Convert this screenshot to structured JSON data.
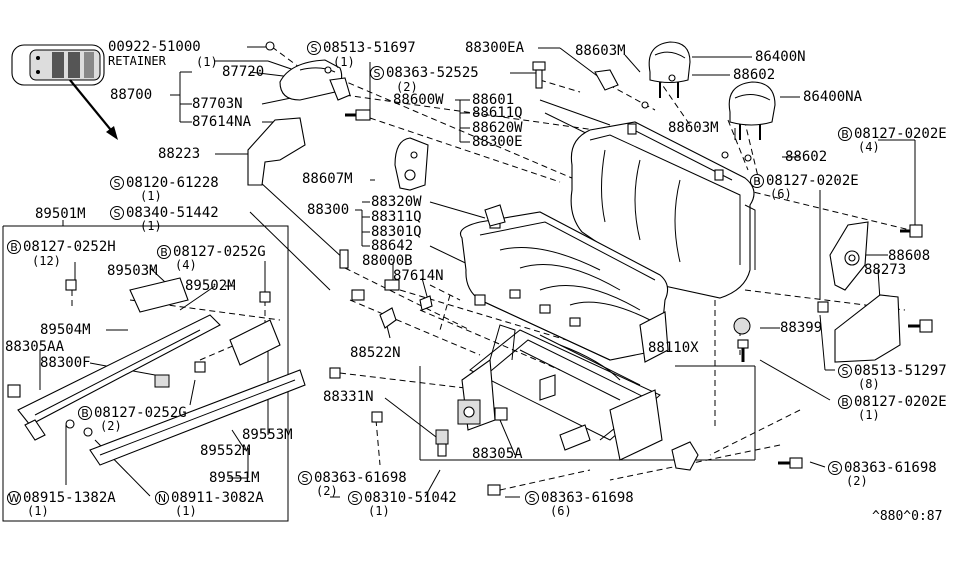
{
  "labels": {
    "p00922_51000": "00922-51000",
    "retainer": "RETAINER",
    "retainer_qty": "(1)",
    "p87720": "87720",
    "p88700": "88700",
    "p87703N": "87703N",
    "p87614NA": "87614NA",
    "p88223": "88223",
    "s08513_51697": "08513-51697",
    "s08513_51697_qty": "(1)",
    "p88300EA": "88300EA",
    "s08363_52525": "08363-52525",
    "s08363_52525_qty": "(2)",
    "p88603M_top": "88603M",
    "p86400N": "86400N",
    "p88602_top": "88602",
    "p86400NA": "86400NA",
    "p88600W": "88600W",
    "p88601": "88601",
    "p88611Q": "88611Q",
    "p88620W": "88620W",
    "p88300E": "88300E",
    "p88603M_mid": "88603M",
    "p88602_mid": "88602",
    "b08127_0202E_a": "08127-0202E",
    "b08127_0202E_a_qty": "(4)",
    "b08127_0202E_b": "08127-0202E",
    "b08127_0202E_b_qty": "(6)",
    "p88607M": "88607M",
    "s08120_61228": "08120-61228",
    "s08120_61228_qty": "(1)",
    "p89501M": "89501M",
    "s08340_51442": "08340-51442",
    "s08340_51442_qty": "(1)",
    "p88300": "88300",
    "p88320W": "88320W",
    "p88311Q": "88311Q",
    "p88301Q": "88301Q",
    "p88642": "88642",
    "p88000B": "88000B",
    "p87614N": "87614N",
    "b08127_0252H": "08127-0252H",
    "b08127_0252H_qty": "(12)",
    "b08127_0252G_a": "08127-0252G",
    "b08127_0252G_a_qty": "(4)",
    "p89503M": "89503M",
    "p89502M": "89502M",
    "p89504M": "89504M",
    "p88305AA": "88305AA",
    "p88300F": "88300F",
    "b08127_0252G_b": "08127-0252G",
    "b08127_0252G_b_qty": "(2)",
    "p89553M": "89553M",
    "p89552M": "89552M",
    "p89551M": "89551M",
    "w08915_1382A": "08915-1382A",
    "w08915_1382A_qty": "(1)",
    "n08911_3082A": "08911-3082A",
    "n08911_3082A_qty": "(1)",
    "p88608": "88608",
    "p88273": "88273",
    "p88399": "88399",
    "p88522N": "88522N",
    "p88110X": "88110X",
    "s08513_51297": "08513-51297",
    "s08513_51297_qty": "(8)",
    "b08127_0202E_c": "08127-0202E",
    "b08127_0202E_c_qty": "(1)",
    "p88331N": "88331N",
    "p88305A": "88305A",
    "s08363_61698_a": "08363-61698",
    "s08363_61698_a_qty": "(2)",
    "s08363_61698_b": "08363-61698",
    "s08363_61698_b_qty": "(2)",
    "s08310_51042": "08310-51042",
    "s08310_51042_qty": "(1)",
    "s08363_61698_c": "08363-61698",
    "s08363_61698_c_qty": "(6)",
    "footer_code": "^880^0:87"
  },
  "symbols": {
    "screw": "S",
    "bolt": "B",
    "washer": "W",
    "nut": "N"
  }
}
